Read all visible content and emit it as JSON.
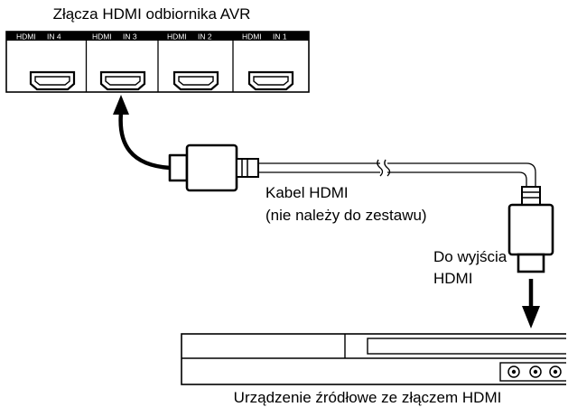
{
  "avr_panel": {
    "title": "Złącza HDMI odbiornika AVR",
    "ports": [
      {
        "logo": "HDMI",
        "label": "IN 4"
      },
      {
        "logo": "HDMI",
        "label": "IN 3"
      },
      {
        "logo": "HDMI",
        "label": "IN 2"
      },
      {
        "logo": "HDMI",
        "label": "IN 1"
      }
    ]
  },
  "cable": {
    "label_line1": "Kabel HDMI",
    "label_line2": "(nie należy do zestawu)"
  },
  "source_output": {
    "label_line1": "Do wyjścia",
    "label_line2": "HDMI"
  },
  "source_device": {
    "caption": "Urządzenie źródłowe ze złączem HDMI"
  },
  "icons": {
    "up_arrow": "curved-up-arrow-icon",
    "down_arrow": "down-arrow-icon",
    "connector": "hdmi-plug-icon"
  },
  "colors": {
    "line": "#000000",
    "background": "#ffffff"
  }
}
